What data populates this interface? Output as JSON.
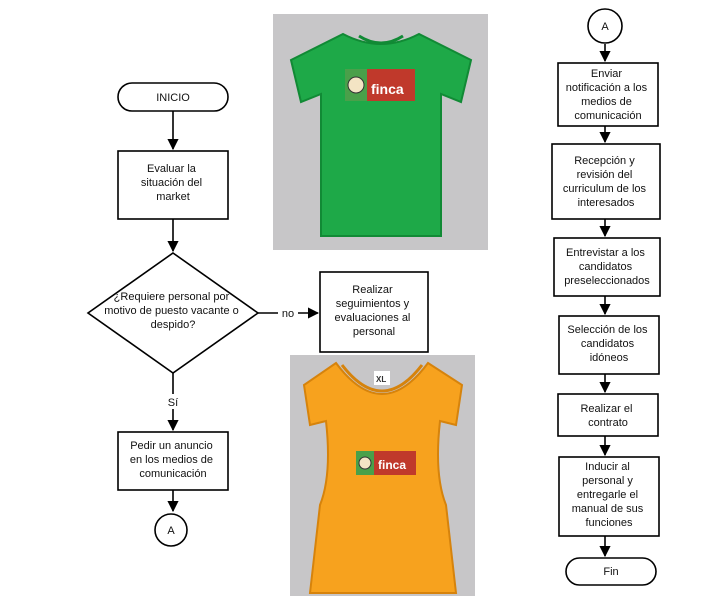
{
  "colors": {
    "stroke": "#000000",
    "text": "#111111",
    "photo_bg": "#c7c6c8",
    "shirt_green": "#1ea948",
    "shirt_green_dark": "#118a35",
    "shirt_orange": "#f7a21e",
    "shirt_orange_dark": "#d6830c",
    "logo_red": "#c0392b",
    "logo_green": "#4aa04a"
  },
  "photos": [
    {
      "name": "green-tshirt-photo",
      "icon": "green-tshirt-icon",
      "logo_text": "finca"
    },
    {
      "name": "orange-tshirt-photo",
      "icon": "orange-tshirt-icon",
      "logo_text": "finca",
      "tag_text": "XL"
    }
  ],
  "flow": {
    "left": {
      "inicio": "INICIO",
      "evaluar": [
        "Evaluar la",
        "situación del",
        "market"
      ],
      "decision": [
        "¿Requiere personal  por",
        "motivo de puesto vacante o",
        "despido?"
      ],
      "edge_no": "no",
      "realizar": [
        "Realizar",
        "seguimientos y",
        "evaluaciones al",
        "personal"
      ],
      "edge_si": "Sí",
      "pedir": [
        "Pedir un anuncio",
        "en los medios de",
        "comunicación"
      ],
      "connector": "A"
    },
    "right": {
      "connector": "A",
      "enviar": [
        "Enviar",
        "notificación a los",
        "medios de",
        "comunicación"
      ],
      "recepcion": [
        "Recepción y",
        "revisión del",
        "curriculum de los",
        "interesados"
      ],
      "entrevistar": [
        "Entrevistar a los",
        "candidatos",
        "preseleccionados"
      ],
      "seleccion": [
        "Selección de los",
        "candidatos",
        "idóneos"
      ],
      "contrato": [
        "Realizar el",
        "contrato"
      ],
      "inducir": [
        "Inducir al",
        "personal y",
        "entregarle el",
        "manual de sus",
        "funciones"
      ],
      "fin": "Fin"
    }
  }
}
